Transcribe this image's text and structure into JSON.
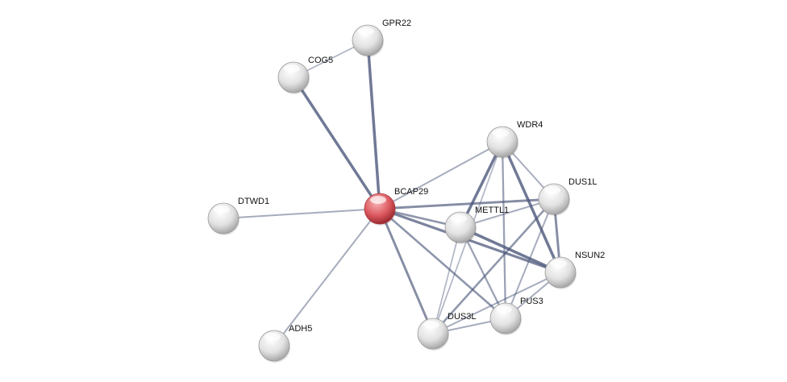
{
  "network": {
    "colors": {
      "query_node": "#d9535a",
      "node": "#e6e6e6",
      "edge": "#4a5578"
    },
    "nodes": [
      {
        "id": "GPR22",
        "label": "GPR22",
        "query": false
      },
      {
        "id": "COG5",
        "label": "COG5",
        "query": false
      },
      {
        "id": "BCAP29",
        "label": "BCAP29",
        "query": true
      },
      {
        "id": "DTWD1",
        "label": "DTWD1",
        "query": false
      },
      {
        "id": "ADH5",
        "label": "ADH5",
        "query": false
      },
      {
        "id": "WDR4",
        "label": "WDR4",
        "query": false
      },
      {
        "id": "DUS1L",
        "label": "DUS1L",
        "query": false
      },
      {
        "id": "METTL1",
        "label": "METTL1",
        "query": false
      },
      {
        "id": "NSUN2",
        "label": "NSUN2",
        "query": false
      },
      {
        "id": "PUS3",
        "label": "PUS3",
        "query": false
      },
      {
        "id": "DUS3L",
        "label": "DUS3L",
        "query": false
      }
    ],
    "edges": [
      {
        "source": "BCAP29",
        "target": "GPR22",
        "confidence": 0.9
      },
      {
        "source": "BCAP29",
        "target": "COG5",
        "confidence": 0.9
      },
      {
        "source": "COG5",
        "target": "GPR22",
        "confidence": 0.3
      },
      {
        "source": "BCAP29",
        "target": "DTWD1",
        "confidence": 0.4
      },
      {
        "source": "BCAP29",
        "target": "ADH5",
        "confidence": 0.4
      },
      {
        "source": "BCAP29",
        "target": "WDR4",
        "confidence": 0.4
      },
      {
        "source": "BCAP29",
        "target": "DUS1L",
        "confidence": 0.7
      },
      {
        "source": "BCAP29",
        "target": "METTL1",
        "confidence": 0.6
      },
      {
        "source": "BCAP29",
        "target": "NSUN2",
        "confidence": 0.8
      },
      {
        "source": "BCAP29",
        "target": "PUS3",
        "confidence": 0.6
      },
      {
        "source": "BCAP29",
        "target": "DUS3L",
        "confidence": 0.7
      },
      {
        "source": "WDR4",
        "target": "METTL1",
        "confidence": 0.9
      },
      {
        "source": "WDR4",
        "target": "DUS1L",
        "confidence": 0.4
      },
      {
        "source": "WDR4",
        "target": "NSUN2",
        "confidence": 0.9
      },
      {
        "source": "WDR4",
        "target": "PUS3",
        "confidence": 0.5
      },
      {
        "source": "WDR4",
        "target": "DUS3L",
        "confidence": 0.3
      },
      {
        "source": "DUS1L",
        "target": "METTL1",
        "confidence": 0.4
      },
      {
        "source": "DUS1L",
        "target": "NSUN2",
        "confidence": 0.7
      },
      {
        "source": "DUS1L",
        "target": "DUS3L",
        "confidence": 0.6
      },
      {
        "source": "DUS1L",
        "target": "PUS3",
        "confidence": 0.4
      },
      {
        "source": "METTL1",
        "target": "NSUN2",
        "confidence": 0.9
      },
      {
        "source": "METTL1",
        "target": "DUS3L",
        "confidence": 0.3
      },
      {
        "source": "METTL1",
        "target": "PUS3",
        "confidence": 0.5
      },
      {
        "source": "NSUN2",
        "target": "PUS3",
        "confidence": 0.4
      },
      {
        "source": "NSUN2",
        "target": "DUS3L",
        "confidence": 0.4
      },
      {
        "source": "DUS3L",
        "target": "PUS3",
        "confidence": 0.4
      }
    ]
  }
}
